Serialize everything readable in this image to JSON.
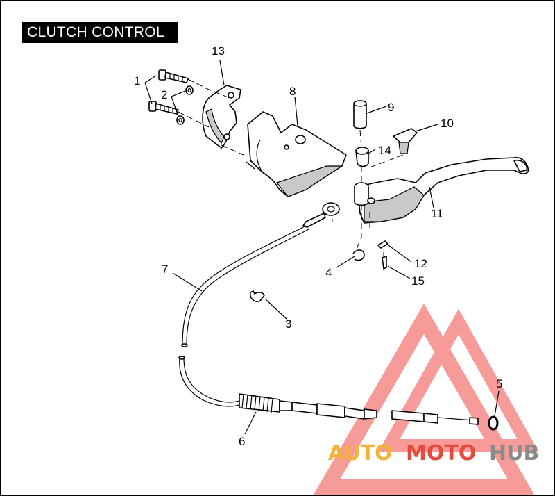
{
  "title": "CLUTCH CONTROL",
  "callouts": {
    "c1": "1",
    "c2": "2",
    "c3": "3",
    "c4": "4",
    "c5": "5",
    "c6": "6",
    "c7": "7",
    "c8": "8",
    "c9": "9",
    "c10": "10",
    "c11": "11",
    "c12": "12",
    "c13": "13",
    "c14": "14",
    "c15": "15"
  },
  "watermark": {
    "part1": "AUTO",
    "part2": "MOTO",
    "part3": "HUB",
    "colors": {
      "auto": "#f3b234",
      "moto": "#e9493c",
      "hub": "#8a8a8a",
      "triangle": "#ef4a43"
    }
  }
}
